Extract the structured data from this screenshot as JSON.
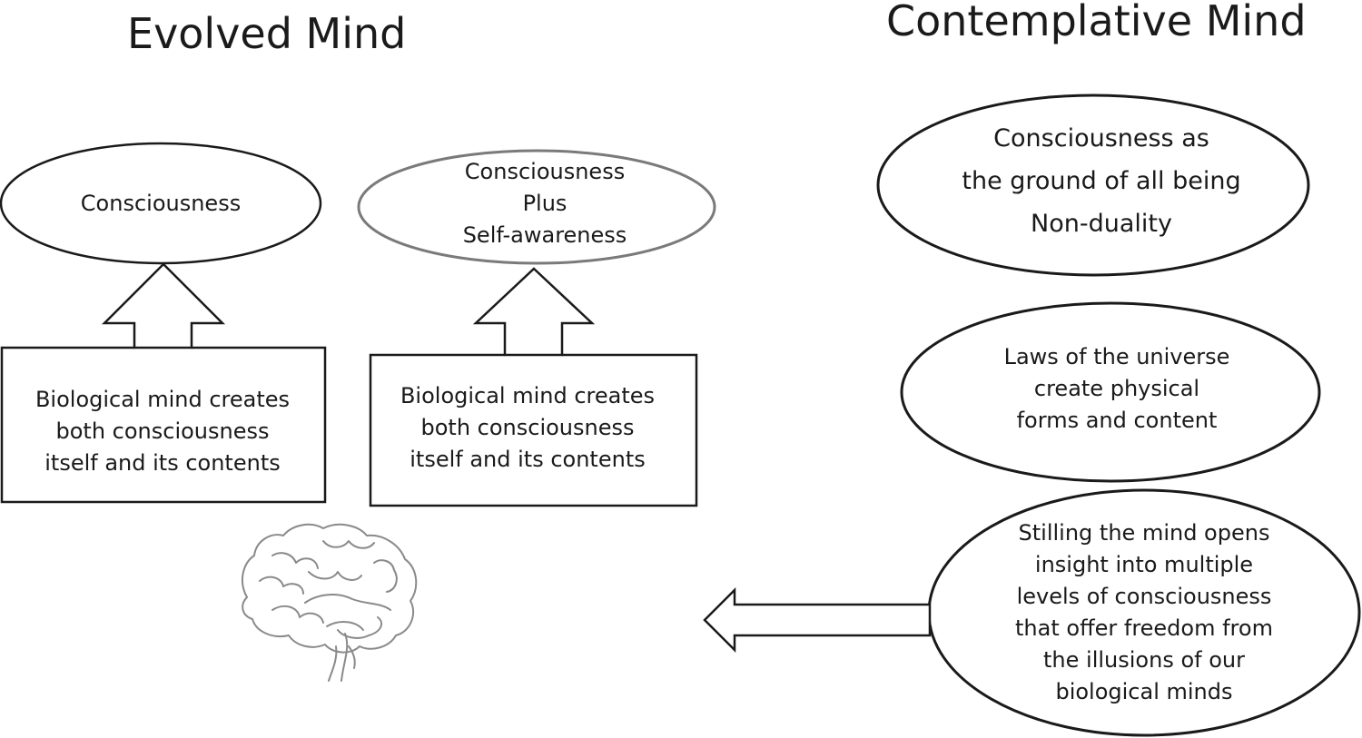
{
  "headings": {
    "evolved": "Evolved Mind",
    "contemplative": "Contemplative Mind"
  },
  "evolved_mind": {
    "left_ellipse": {
      "lines": [
        "Consciousness"
      ]
    },
    "right_ellipse": {
      "lines": [
        "Consciousness",
        "Plus",
        "Self-awareness"
      ]
    },
    "left_box": {
      "lines": [
        "Biological mind creates",
        "both consciousness",
        "itself and its contents"
      ]
    },
    "right_box": {
      "lines": [
        "Biological mind creates",
        "both consciousness",
        "itself and its contents"
      ]
    },
    "brain_icon": "brain-icon"
  },
  "contemplative_mind": {
    "top_ellipse": {
      "lines": [
        "Consciousness as",
        "the ground of all being",
        "Non-duality"
      ]
    },
    "middle_ellipse": {
      "lines": [
        "Laws of the universe",
        "create physical",
        "forms and content"
      ]
    },
    "bottom_ellipse": {
      "lines": [
        "Stilling the mind opens",
        "insight into multiple",
        "levels of consciousness",
        "that offer freedom from",
        "the illusions of our",
        "biological minds"
      ]
    }
  },
  "colors": {
    "stroke": "#1a1a1a",
    "secondary_stroke": "#7a7a7a",
    "brain_stroke": "#8a8a8a",
    "background": "#ffffff"
  }
}
